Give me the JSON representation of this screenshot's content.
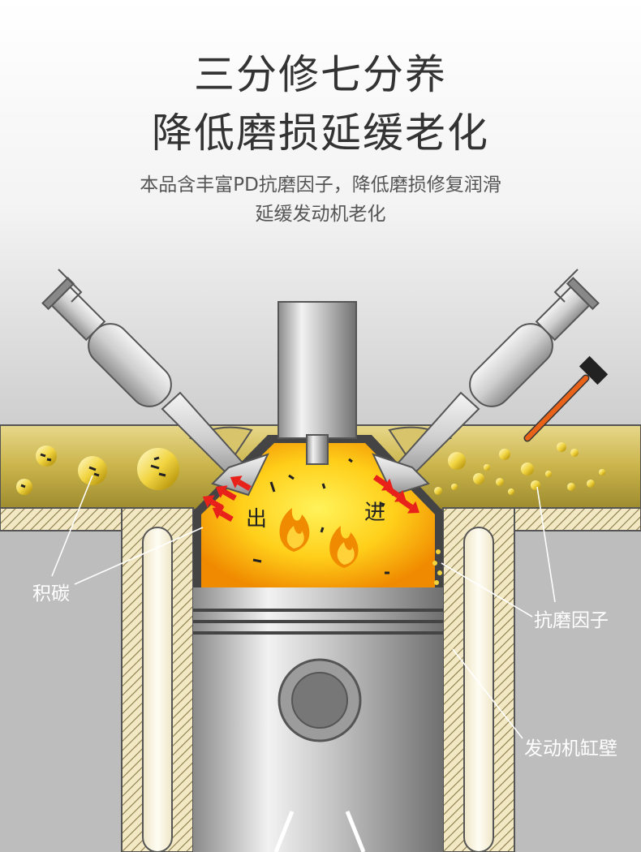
{
  "header": {
    "title_line1": "三分修七分养",
    "title_line2": "降低磨损延缓老化",
    "subtitle_line1": "本品含丰富PD抗磨因子，降低磨损修复润滑",
    "subtitle_line2": "延缓发动机老化"
  },
  "diagram": {
    "chamber_labels": {
      "exhaust": "出",
      "intake": "进"
    },
    "callouts": {
      "carbon": "积碳",
      "anti_wear_factor": "抗磨因子",
      "cylinder_wall": "发动机缸壁"
    },
    "colors": {
      "arrow": "#e8211b",
      "flame": "#f5a000",
      "hammer_handle": "#e8621a",
      "port_gold": "#c9b34a"
    }
  }
}
